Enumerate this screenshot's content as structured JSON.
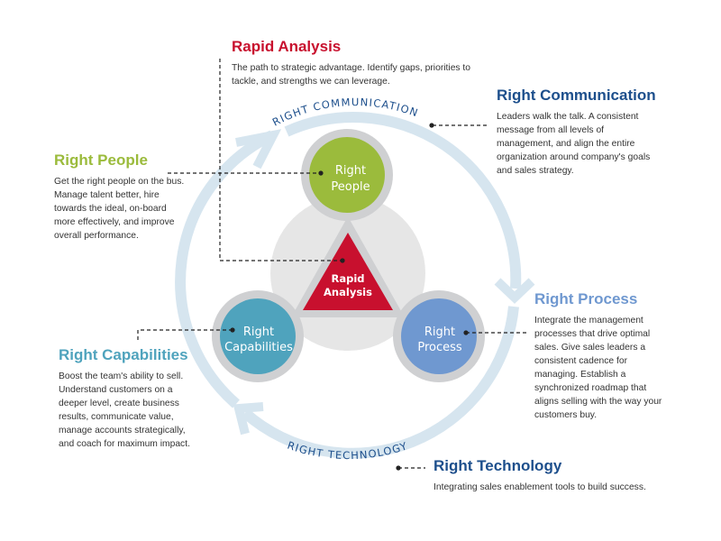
{
  "colors": {
    "people": "#9bbb3c",
    "capabilities": "#4fa3bd",
    "process": "#6f98d0",
    "rapid": "#c8102e",
    "communication": "#1d4f8c",
    "technology": "#1d4f8c",
    "ring": "#d6e5ef",
    "node_border": "#cfd0d2",
    "hub": "#e6e6e6",
    "connector": "#222222"
  },
  "ring": {
    "top_label": "RIGHT COMMUNICATION",
    "bottom_label": "RIGHT TECHNOLOGY"
  },
  "nodes": {
    "people": {
      "line1": "Right",
      "line2": "People"
    },
    "capabilities": {
      "line1": "Right",
      "line2": "Capabilities"
    },
    "process": {
      "line1": "Right",
      "line2": "Process"
    },
    "rapid": {
      "line1": "Rapid",
      "line2": "Analysis"
    }
  },
  "blocks": {
    "rapid_analysis": {
      "title": "Rapid Analysis",
      "text": "The path to strategic advantage. Identify gaps, priorities to tackle, and strengths we can leverage."
    },
    "right_communication": {
      "title": "Right Communication",
      "text": "Leaders walk the talk. A consistent message from all levels of management, and align the entire organization around company's goals and sales strategy."
    },
    "right_people": {
      "title": "Right People",
      "text": "Get the right people on the bus. Manage talent better, hire towards the ideal, on-board more effectively, and improve overall performance."
    },
    "right_process": {
      "title": "Right Process",
      "text": "Integrate the management processes that drive optimal sales. Give sales leaders a consistent cadence for managing. Establish a synchronized roadmap that aligns selling with the way your customers buy."
    },
    "right_capabilities": {
      "title": "Right Capabilities",
      "text": "Boost the team's ability to sell. Understand customers on a deeper level, create business results, communicate value, manage accounts strategically, and coach for maximum impact."
    },
    "right_technology": {
      "title": "Right Technology",
      "text": "Integrating sales enablement tools to build success."
    }
  }
}
